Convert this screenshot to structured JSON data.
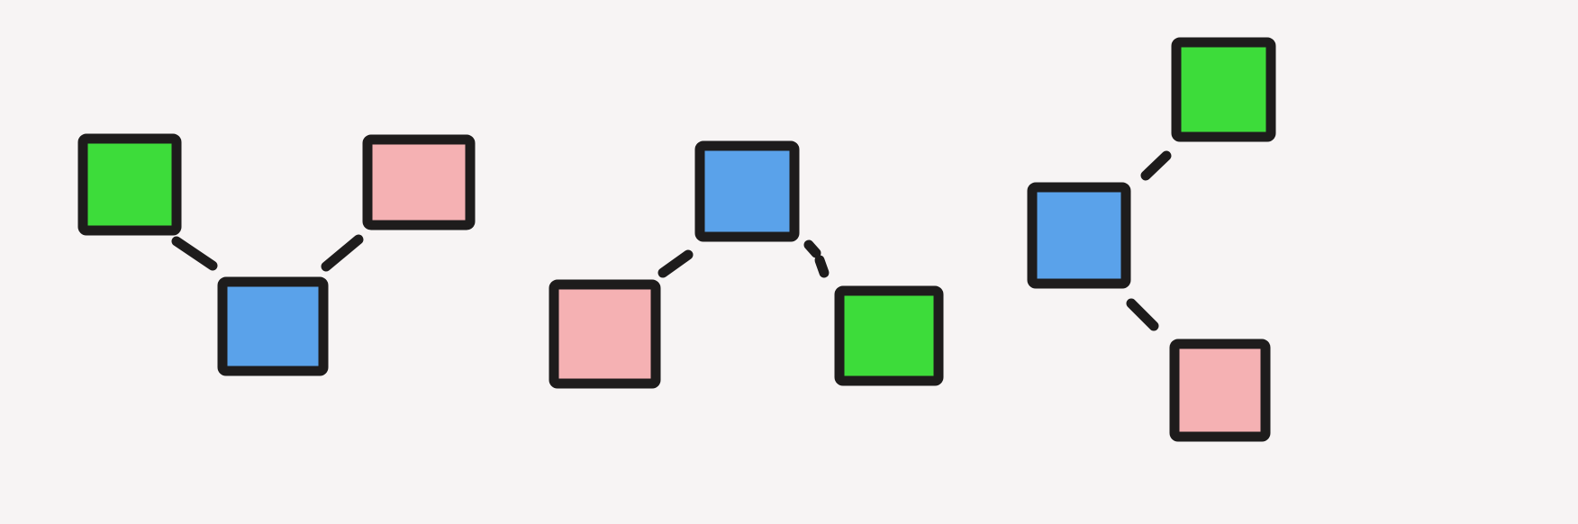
{
  "colors": {
    "background": "#f7f4f4",
    "outline": "#1e1c1c",
    "green": "#3ddc3a",
    "blue": "#5aa2ea",
    "pink": "#f5b1b3",
    "link": "#1e1c1c"
  },
  "groups": [
    {
      "id": "group-1",
      "nodes": [
        {
          "id": "g1-green",
          "color": "green"
        },
        {
          "id": "g1-pink",
          "color": "pink"
        },
        {
          "id": "g1-blue",
          "color": "blue"
        }
      ],
      "links": [
        {
          "from": "g1-green",
          "to": "g1-blue"
        },
        {
          "from": "g1-pink",
          "to": "g1-blue"
        }
      ]
    },
    {
      "id": "group-2",
      "nodes": [
        {
          "id": "g2-blue",
          "color": "blue"
        },
        {
          "id": "g2-pink",
          "color": "pink"
        },
        {
          "id": "g2-green",
          "color": "green"
        }
      ],
      "links": [
        {
          "from": "g2-blue",
          "to": "g2-pink"
        },
        {
          "from": "g2-blue",
          "to": "g2-green"
        }
      ]
    },
    {
      "id": "group-3",
      "nodes": [
        {
          "id": "g3-green",
          "color": "green"
        },
        {
          "id": "g3-blue",
          "color": "blue"
        },
        {
          "id": "g3-pink",
          "color": "pink"
        }
      ],
      "links": [
        {
          "from": "g3-blue",
          "to": "g3-green"
        },
        {
          "from": "g3-blue",
          "to": "g3-pink"
        }
      ]
    }
  ]
}
